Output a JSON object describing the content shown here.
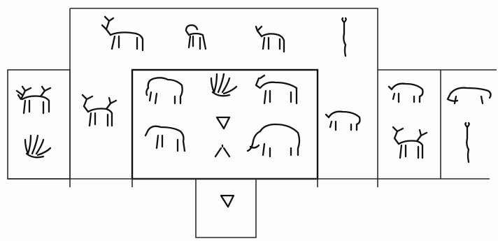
{
  "diagram": {
    "panels": [
      {
        "id": "left-panel",
        "symbols": [
          "deer-stag-icon",
          "hand-print-icon"
        ]
      },
      {
        "id": "upper-panel",
        "symbols": [
          "deer-stag-icon",
          "ibex-icon",
          "deer-doe-icon",
          "anthropomorph-icon",
          "deer-stag-icon",
          "bear-icon"
        ]
      },
      {
        "id": "central-panel",
        "symbols": [
          "bison-icon",
          "hand-print-icon",
          "aurochs-icon",
          "horse-icon",
          "triangle-sign-icon",
          "chevron-sign-icon",
          "mammoth-icon"
        ]
      },
      {
        "id": "lower-panel",
        "symbols": [
          "triangle-sign-icon"
        ]
      },
      {
        "id": "right-panel-a",
        "symbols": [
          "bear-icon",
          "deer-stag-icon"
        ]
      },
      {
        "id": "right-panel-b",
        "symbols": [
          "lion-icon",
          "anthropomorph-icon"
        ]
      }
    ]
  }
}
